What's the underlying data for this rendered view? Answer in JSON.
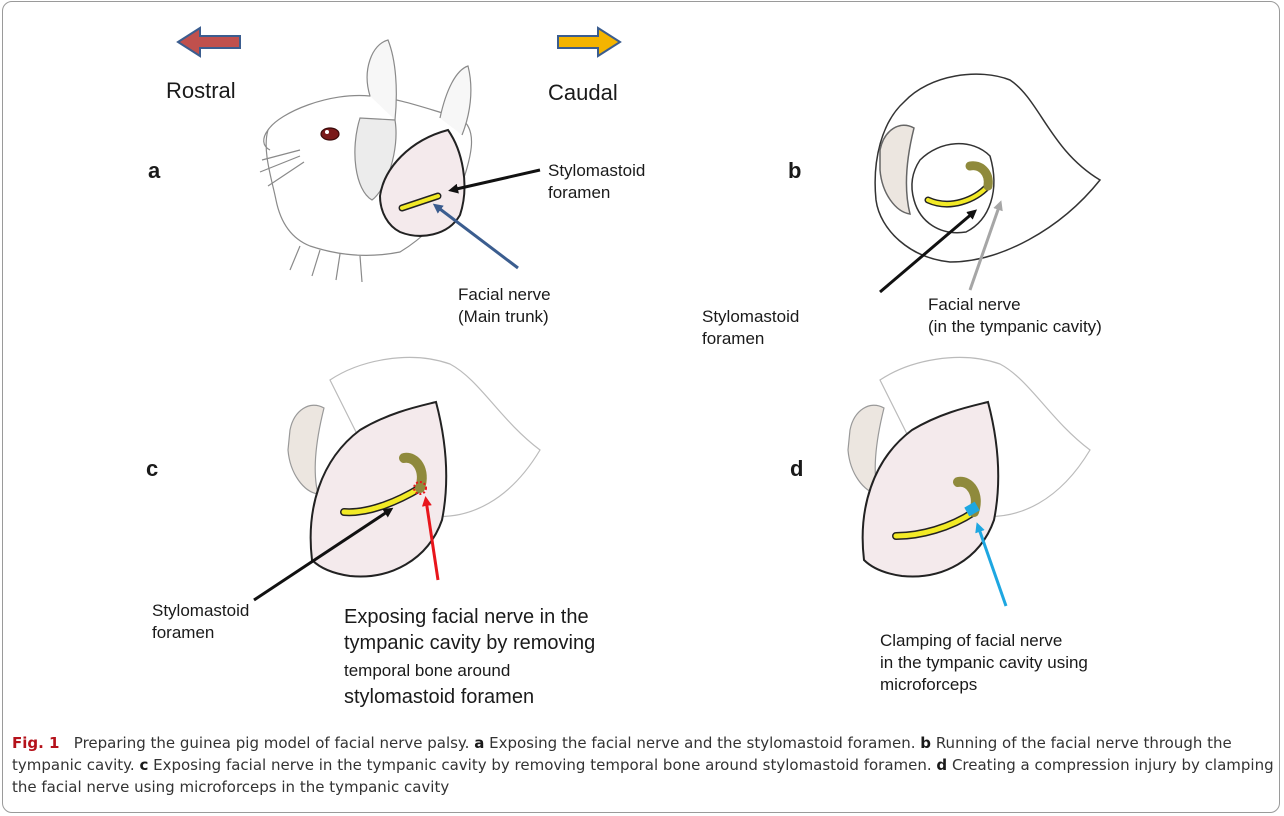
{
  "directions": {
    "rostral": "Rostral",
    "caudal": "Caudal"
  },
  "colors": {
    "rostral_arrow": "#c0504d",
    "caudal_arrow": "#f4b400",
    "nerve": "#f2ea26",
    "nerve_intratympanic": "#8f8a3c",
    "label_arrow_black": "#111111",
    "label_arrow_blue": "#3b5d8f",
    "label_arrow_gray": "#a6a6a6",
    "label_arrow_red": "#e8161c",
    "label_arrow_cyan": "#1ea7e1",
    "caption_prefix": "#b5121b"
  },
  "panels": {
    "a": {
      "letter": "a",
      "label_foramen": "Stylomastoid\nforamen",
      "label_nerve": "Facial nerve\n(Main trunk)"
    },
    "b": {
      "letter": "b",
      "label_foramen": "Stylomastoid\nforamen",
      "label_nerve": "Facial nerve\n (in the tympanic cavity)"
    },
    "c": {
      "letter": "c",
      "label_foramen": "Stylomastoid\nforamen",
      "label_exposing_1": "Exposing facial nerve in the\ntympanic cavity by removing",
      "label_exposing_2": "temporal bone around",
      "label_exposing_3": "stylomastoid foramen"
    },
    "d": {
      "letter": "d",
      "label_clamping": "Clamping of facial nerve\nin the tympanic cavity using\nmicroforceps"
    }
  },
  "caption": {
    "prefix": "Fig. 1",
    "title": "Preparing the guinea pig model of facial nerve palsy.",
    "parts": [
      {
        "letter": "a",
        "text": "Exposing the facial nerve and the stylomastoid foramen."
      },
      {
        "letter": "b",
        "text": "Running of the facial nerve through the tympanic cavity."
      },
      {
        "letter": "c",
        "text": "Exposing facial nerve in the tympanic cavity by removing temporal bone around stylomastoid foramen."
      },
      {
        "letter": "d",
        "text": "Creating a compression injury by clamping the facial nerve using microforceps in the tympanic cavity"
      }
    ]
  }
}
